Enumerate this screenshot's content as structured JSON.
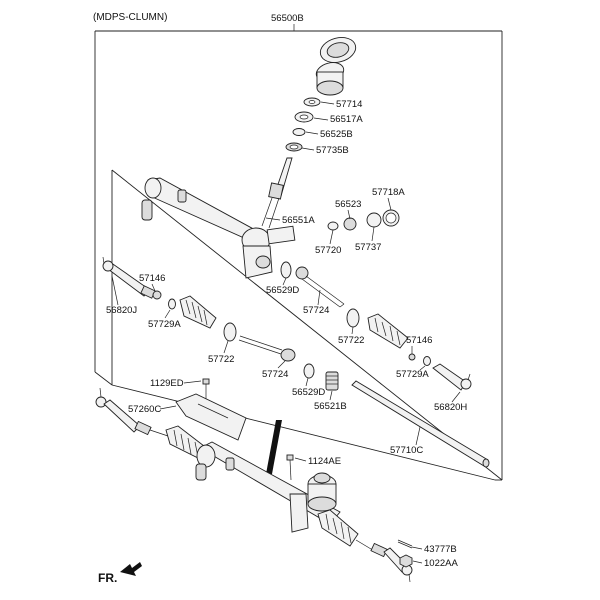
{
  "header": "(MDPS-CLUMN)",
  "front_label": "FR.",
  "labels": {
    "p56500B": "56500B",
    "p57714": "57714",
    "p56517A": "56517A",
    "p56525B": "56525B",
    "p57735B": "57735B",
    "p56523": "56523",
    "p57718A": "57718A",
    "p56551A": "56551A",
    "p57720": "57720",
    "p57737": "57737",
    "p57146a": "57146",
    "p56820J": "56820J",
    "p57729Aa": "57729A",
    "p56529Da": "56529D",
    "p57724a": "57724",
    "p57722a": "57722",
    "p57722b": "57722",
    "p57724b": "57724",
    "p57146b": "57146",
    "p57729Ab": "57729A",
    "p56529Db": "56529D",
    "p56521B": "56521B",
    "p56820H": "56820H",
    "p1129ED": "1129ED",
    "p57260C": "57260C",
    "p57710C": "57710C",
    "p1124AE": "1124AE",
    "p43777B": "43777B",
    "p1022AA": "1022AA"
  }
}
